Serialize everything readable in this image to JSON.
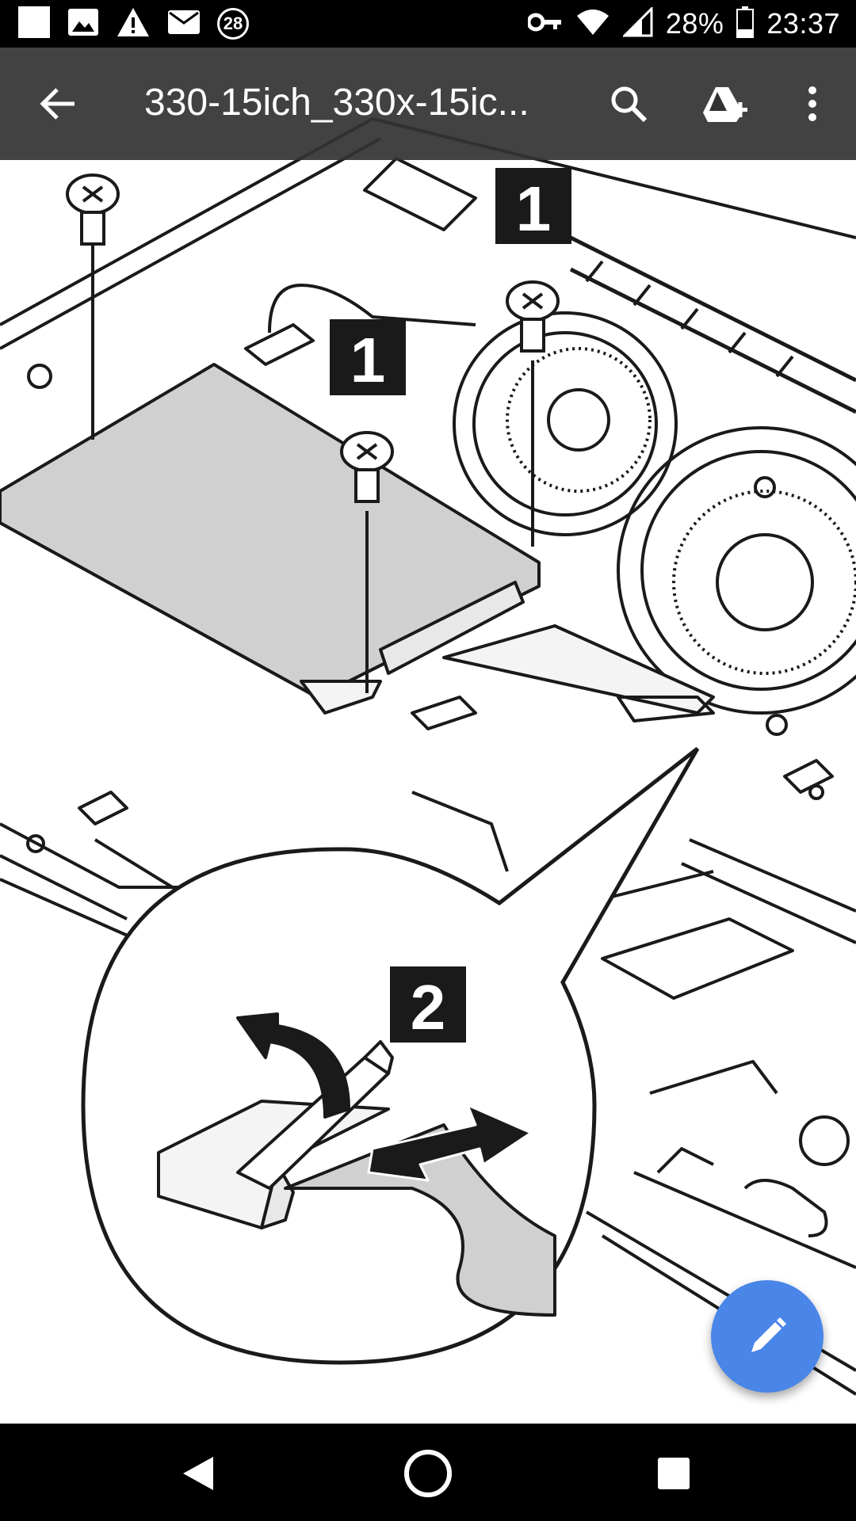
{
  "status_bar": {
    "notification_count": "28",
    "battery_percent": "28%",
    "time": "23:37",
    "icons": [
      "app-notification-icon",
      "image-icon",
      "warning-icon",
      "mail-icon",
      "key-icon",
      "wifi-icon",
      "signal-icon",
      "battery-icon"
    ]
  },
  "app_bar": {
    "title": "330-15ich_330x-15ic...",
    "back_icon": "arrow-back-icon",
    "actions": [
      "search-icon",
      "drive-add-icon",
      "more-vert-icon"
    ]
  },
  "document": {
    "step_labels": [
      "1",
      "1",
      "2"
    ],
    "screw_step": "1",
    "connector_step": "2"
  },
  "fab": {
    "icon": "pencil-icon",
    "color": "#4a86e8"
  },
  "nav_bar": {
    "buttons": [
      "back-triangle-icon",
      "home-circle-icon",
      "recents-square-icon"
    ]
  },
  "colors": {
    "status_bg": "#000000",
    "appbar_bg": "#323232",
    "module_fill": "#d0d0d0",
    "line": "#1a1a1a"
  }
}
